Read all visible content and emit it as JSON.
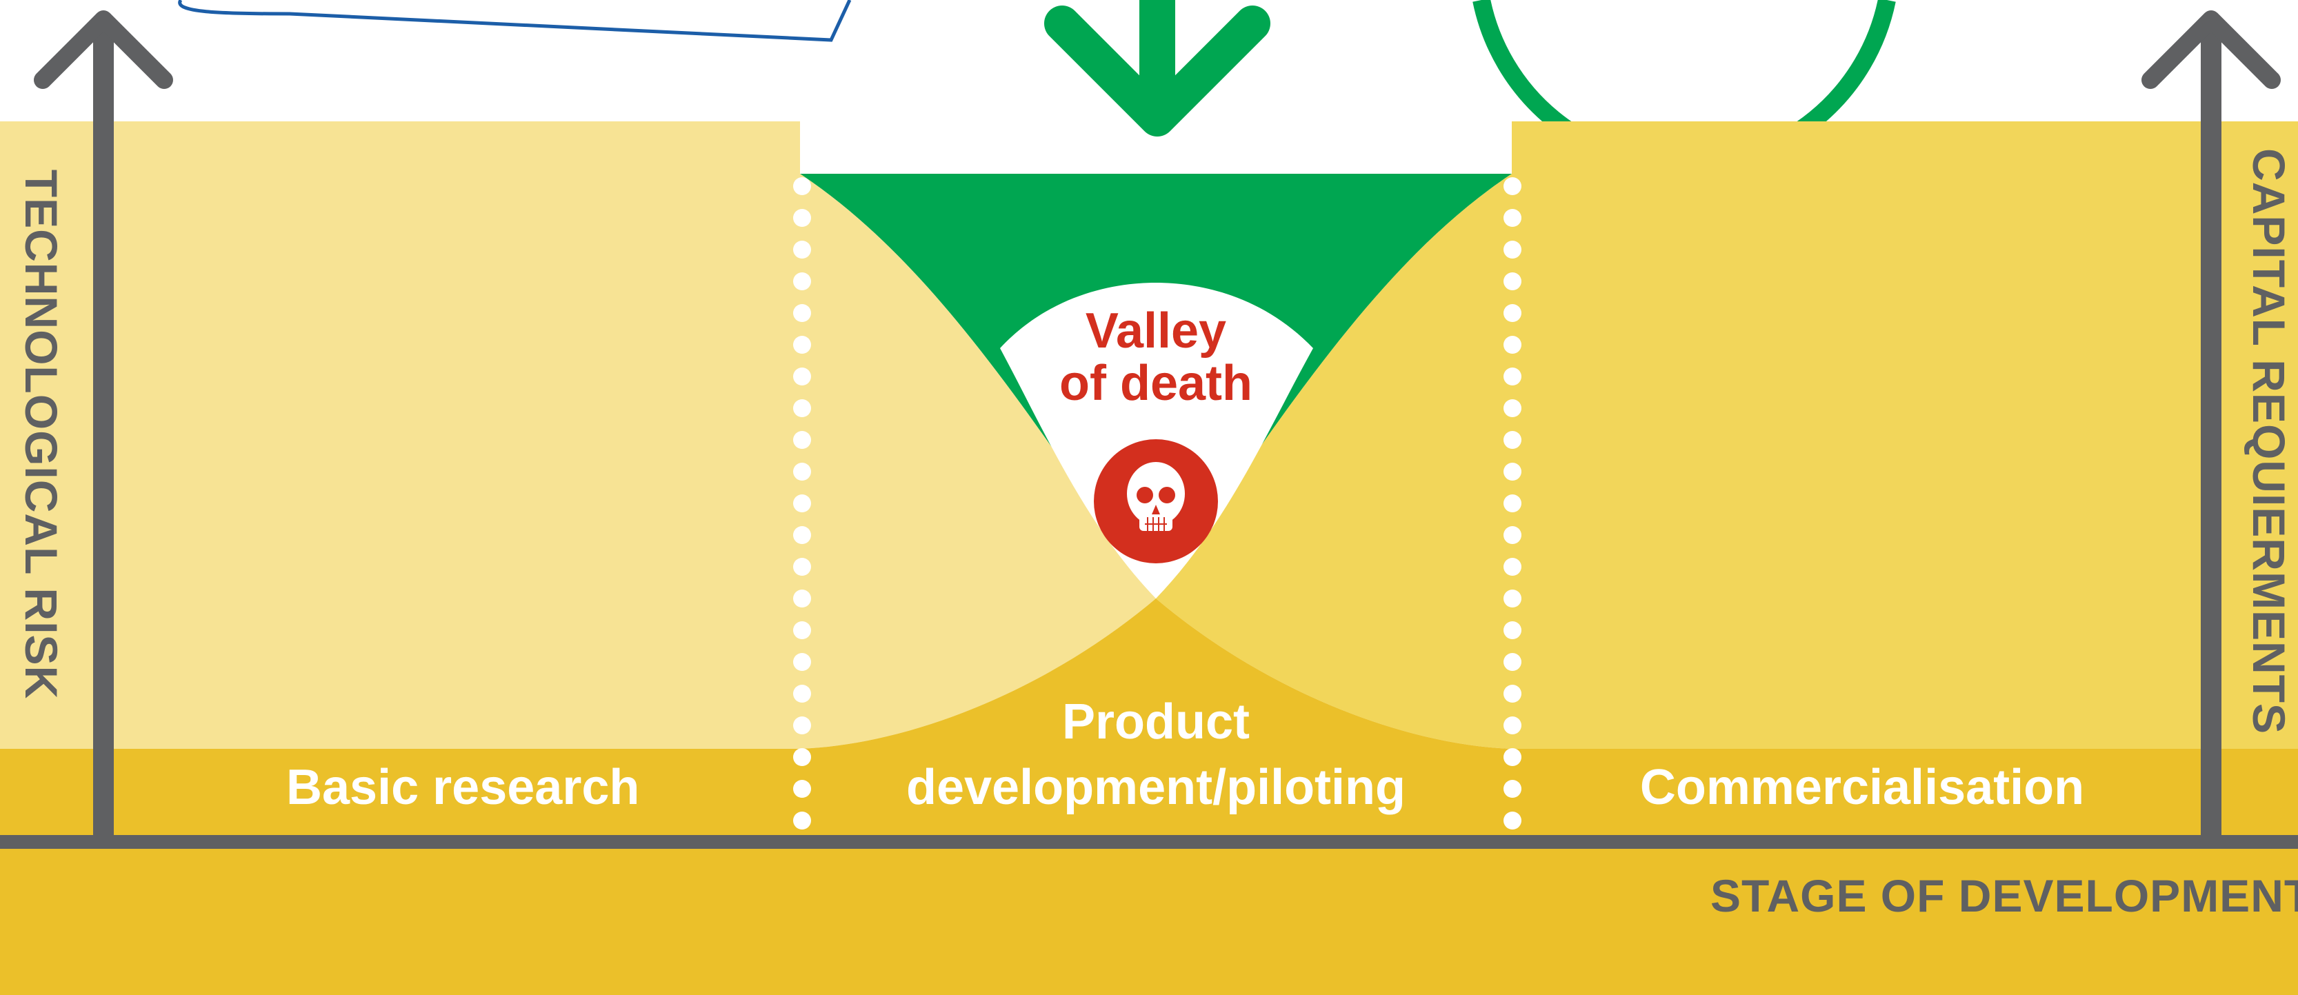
{
  "diagram": {
    "stages": [
      {
        "label": "Basic research"
      },
      {
        "label_line1": "Product",
        "label_line2": "development/piloting"
      },
      {
        "label": "Commercialisation"
      }
    ],
    "valley": {
      "line1": "Valley",
      "line2": "of death",
      "icon": "skull-icon"
    },
    "axes": {
      "left": "TECHNOLOGICAL RISK",
      "right": "CAPITAL REQUIERMENTS",
      "bottom": "STAGE OF DEVELOPMENT"
    },
    "colors": {
      "light_yellow": "#f7e394",
      "mid_yellow": "#f2d65a",
      "dark_yellow": "#ebc02a",
      "green": "#00a651",
      "red": "#d32f1e",
      "axis_grey": "#5f6062",
      "white": "#ffffff",
      "outline_blue": "#1c5ea8"
    }
  }
}
